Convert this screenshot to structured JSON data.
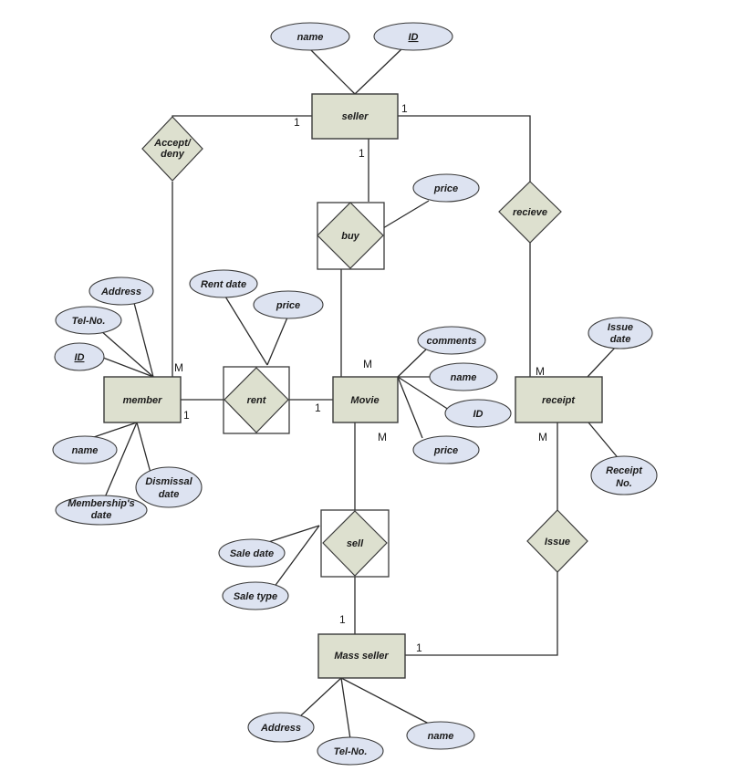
{
  "entities": {
    "seller": "seller",
    "member": "member",
    "movie": "Movie",
    "receipt": "receipt",
    "mass_seller": "Mass seller"
  },
  "relationships": {
    "accept_deny": [
      "Accept/",
      "deny"
    ],
    "buy": "buy",
    "recieve": "recieve",
    "rent": "rent",
    "sell": "sell",
    "issue": "Issue"
  },
  "attributes": {
    "seller": {
      "name": "name",
      "id": "ID"
    },
    "buy": {
      "price": "price"
    },
    "rent": {
      "rent_date": "Rent date",
      "price": "price"
    },
    "member": {
      "address": "Address",
      "tel_no": "Tel-No.",
      "id": "ID",
      "name": "name",
      "membership_date": [
        "Membership's",
        "date"
      ],
      "dismissal_date": [
        "Dismissal",
        "date"
      ]
    },
    "movie": {
      "comments": "comments",
      "name": "name",
      "id": "ID",
      "price": "price"
    },
    "receipt": {
      "issue_date": [
        "Issue",
        "date"
      ],
      "receipt_no": [
        "Receipt",
        "No."
      ]
    },
    "sell": {
      "sale_date": "Sale date",
      "sale_type": "Sale type"
    },
    "mass_seller": {
      "address": "Address",
      "tel_no": "Tel-No.",
      "name": "name"
    }
  },
  "cardinalities": {
    "seller_accept": "1",
    "seller_recieve": "1",
    "seller_buy": "1",
    "member_accept": "M",
    "member_rent": "1",
    "movie_rent": "1",
    "movie_buy": "M",
    "movie_sell": "M",
    "receipt_recieve": "M",
    "receipt_issue": "M",
    "massseller_sell": "1",
    "massseller_issue": "1"
  }
}
